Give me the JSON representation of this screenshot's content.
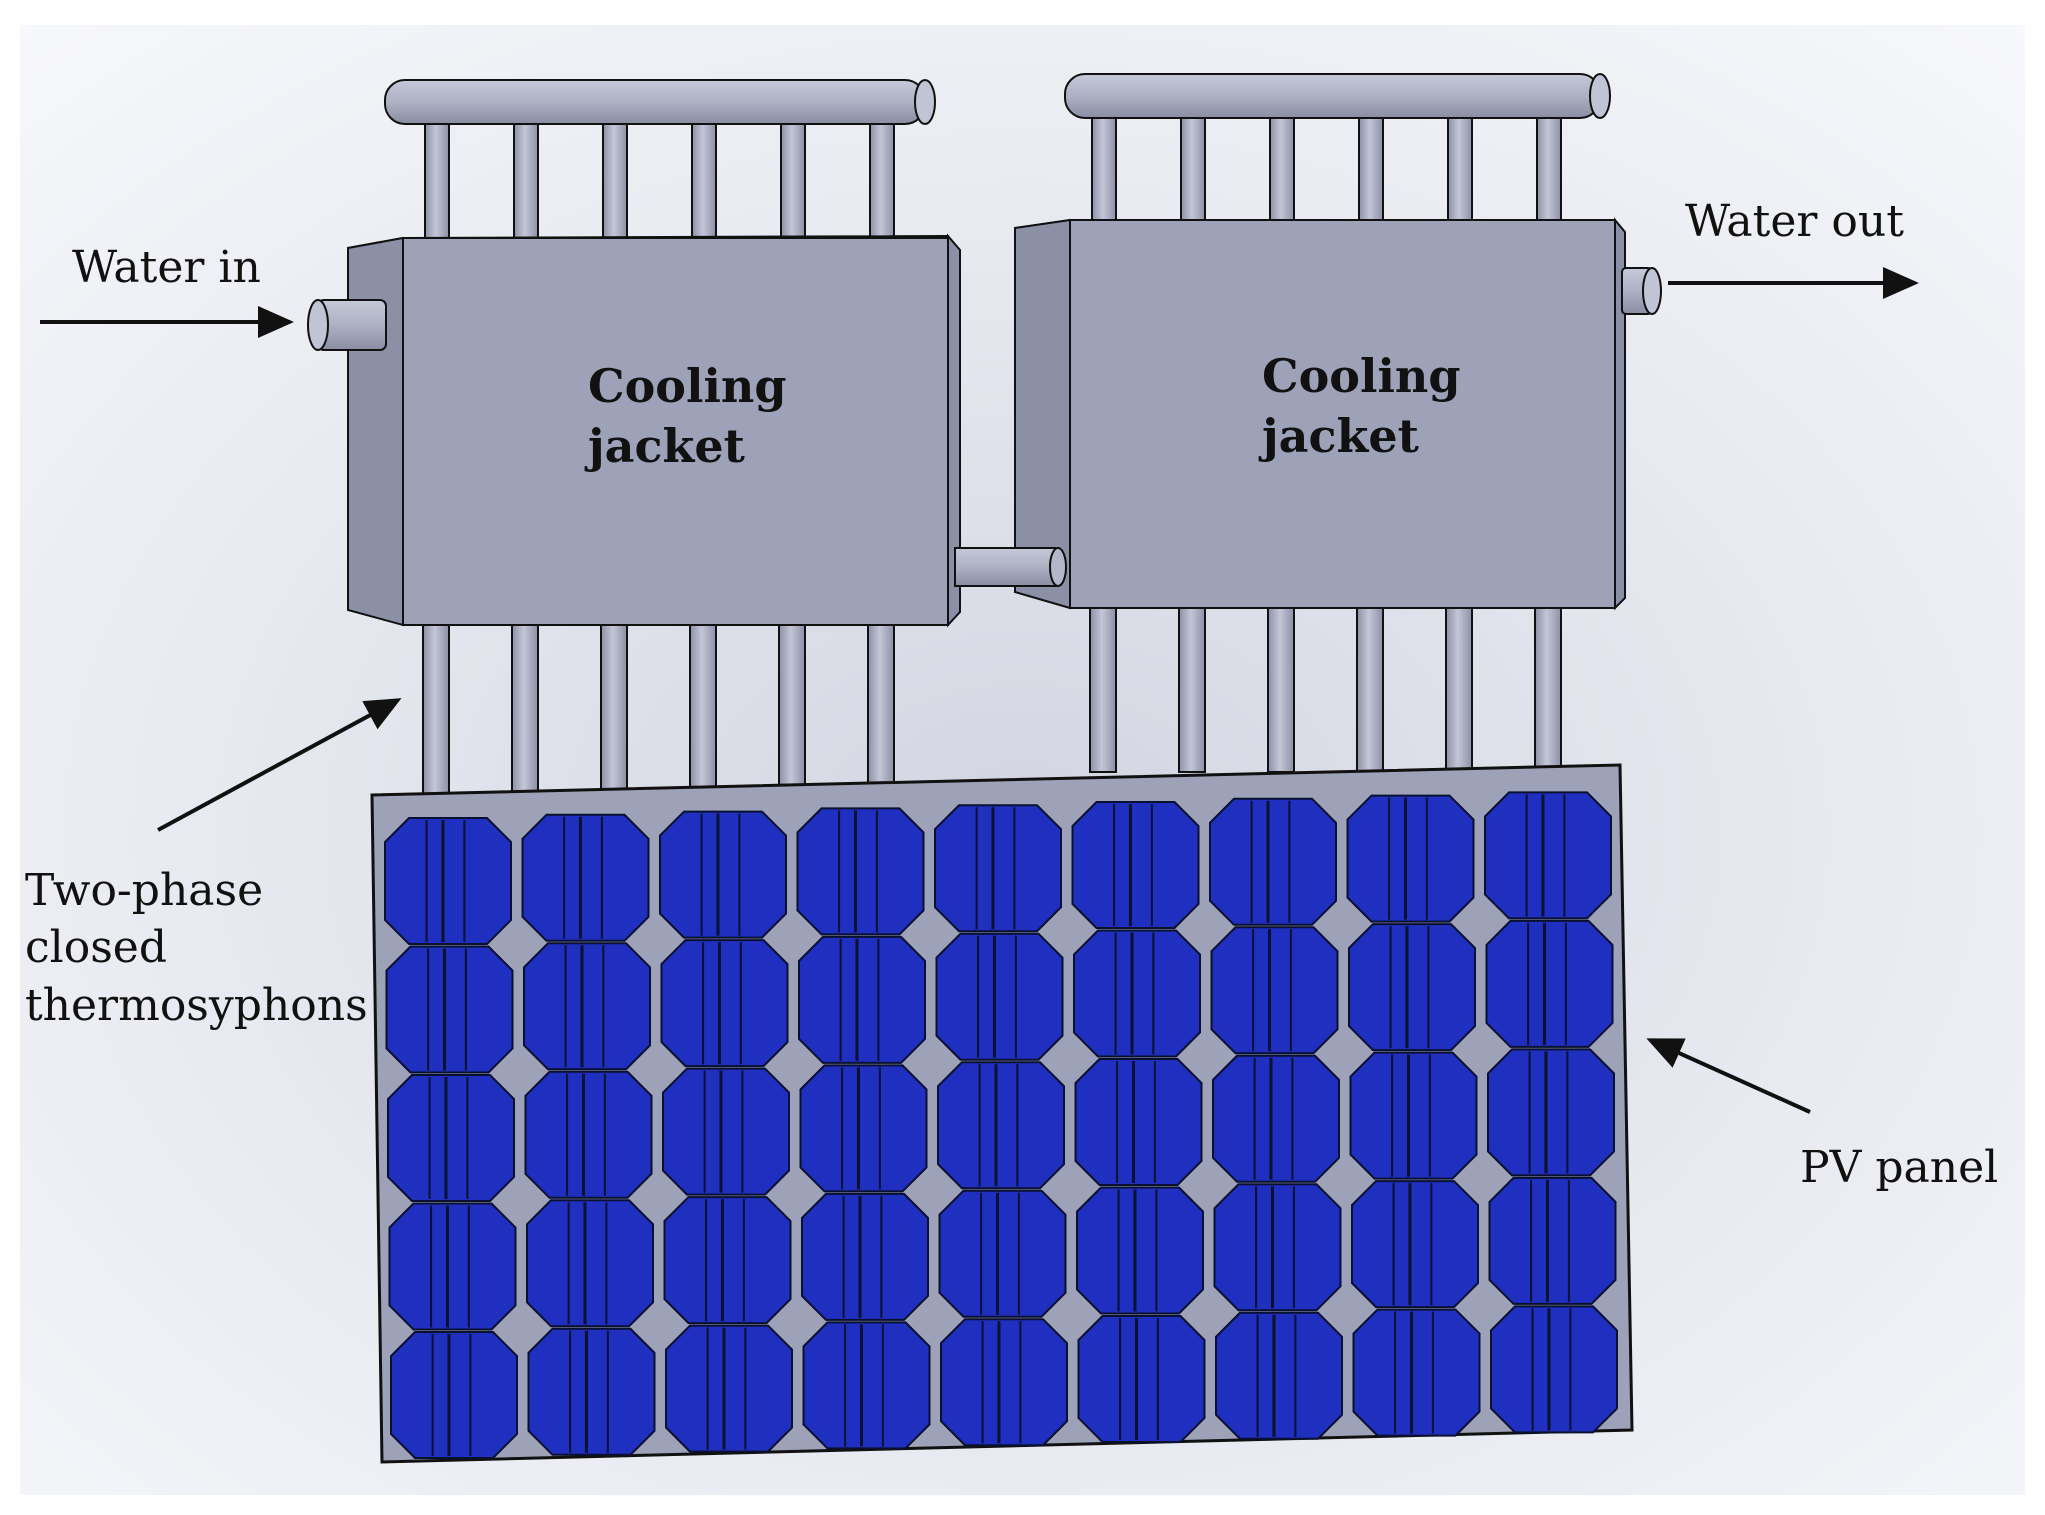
{
  "labels": {
    "water_in": "Water in",
    "water_out": "Water out",
    "left_jacket_line1": "Cooling",
    "left_jacket_line2": "jacket",
    "right_jacket_line1": "Cooling",
    "right_jacket_line2": "jacket",
    "thermosyphon_line1": "Two-phase",
    "thermosyphon_line2": "closed",
    "thermosyphon_line3": "thermosyphons",
    "pv_panel": "PV panel"
  },
  "panel": {
    "rows": 5,
    "cols": 9
  },
  "thermosyphons_per_jacket": 6,
  "colors": {
    "jacket_face": "#9ea2b8",
    "jacket_top": "#b4b8cc",
    "jacket_side": "#8b8fa6",
    "pipe": "#a9acc0",
    "frame": "#9ea2b8",
    "cell": "#1f2fc0",
    "cell_line": "#0a1030",
    "outline": "#111111",
    "background": "#eef0f6"
  }
}
